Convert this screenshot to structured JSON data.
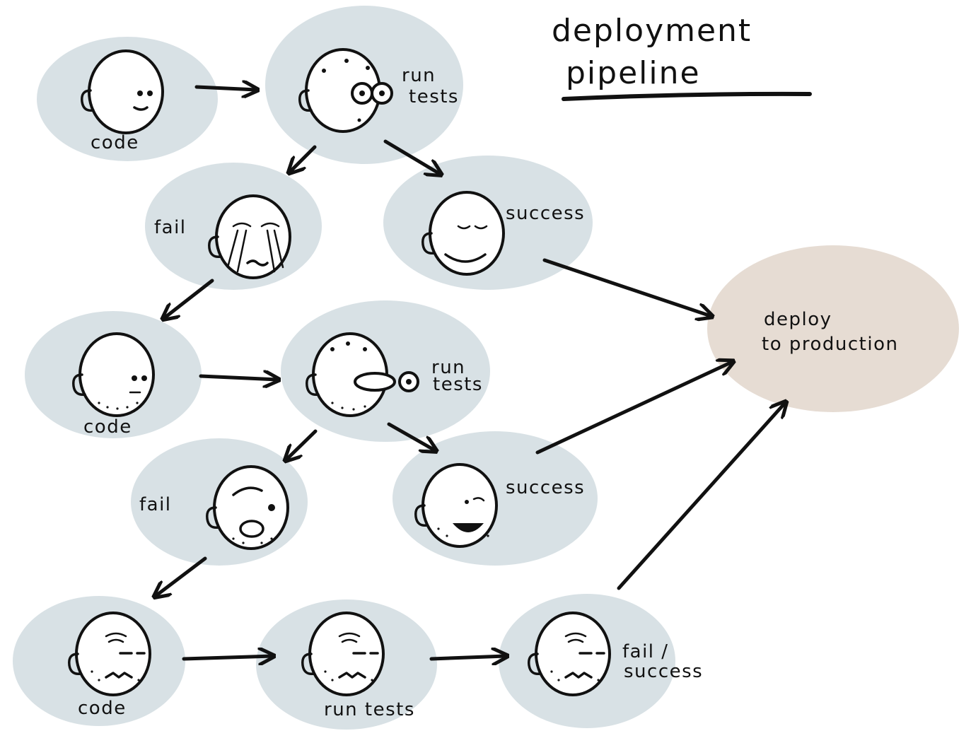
{
  "title": {
    "line1": "deployment",
    "line2": "pipeline"
  },
  "nodes": {
    "code_1": "code",
    "run_tests_1_a": "run",
    "run_tests_1_b": "tests",
    "fail_1": "fail",
    "success_1": "success",
    "code_2": "code",
    "run_tests_2_a": "run",
    "run_tests_2_b": "tests",
    "fail_2": "fail",
    "success_2": "success",
    "code_3": "code",
    "run_tests_3": "run tests",
    "fail_success_a": "fail /",
    "fail_success_b": "success",
    "deploy_a": "deploy",
    "deploy_b": "to production"
  },
  "colors": {
    "node_fill": "#d8e1e5",
    "deploy_fill": "#e6dcd3",
    "ink": "#111111"
  }
}
